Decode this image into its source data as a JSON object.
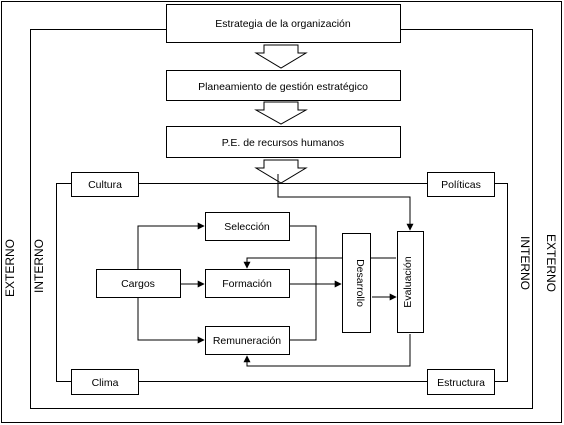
{
  "boxes": {
    "strategy": "Estrategia de la organización",
    "planning": "Planeamiento de gestión estratégico",
    "hr_plan": "P.E. de recursos humanos",
    "cultura": "Cultura",
    "politicas": "Políticas",
    "clima": "Clima",
    "estructura": "Estructura",
    "cargos": "Cargos",
    "seleccion": "Selección",
    "formacion": "Formación",
    "remuneracion": "Remuneración",
    "desarrollo": "Desarrollo",
    "evaluacion": "Evaluación"
  },
  "side_labels": {
    "externo_left": "EXTERNO",
    "interno_left": "INTERNO",
    "interno_right": "INTERNO",
    "externo_right": "EXTERNO"
  }
}
